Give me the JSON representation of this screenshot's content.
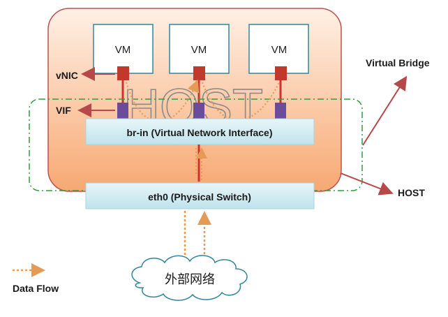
{
  "host_watermark": "HOST",
  "vms": [
    {
      "label": "VM"
    },
    {
      "label": "VM"
    },
    {
      "label": "VM"
    }
  ],
  "bridge": {
    "label": "br-in (Virtual Network Interface)"
  },
  "physical": {
    "label": "eth0 (Physical Switch)"
  },
  "cloud": {
    "label": "外部网络"
  },
  "callouts": {
    "vnic": "vNIC",
    "vif": "VIF",
    "virtual_bridge": "Virtual Bridge",
    "host": "HOST"
  },
  "legend": {
    "data_flow": "Data Flow"
  },
  "colors": {
    "host_fill_top": "#fde7d8",
    "host_fill_bottom": "#f6a872",
    "host_border": "#c0504d",
    "vm_border": "#31859c",
    "box_fill": "#daeef3",
    "vnic": "#c0392b",
    "vif": "#6b4c9a",
    "flow": "#e69b55",
    "dashdot": "#2e9e3c",
    "arrow": "#b7484a"
  }
}
